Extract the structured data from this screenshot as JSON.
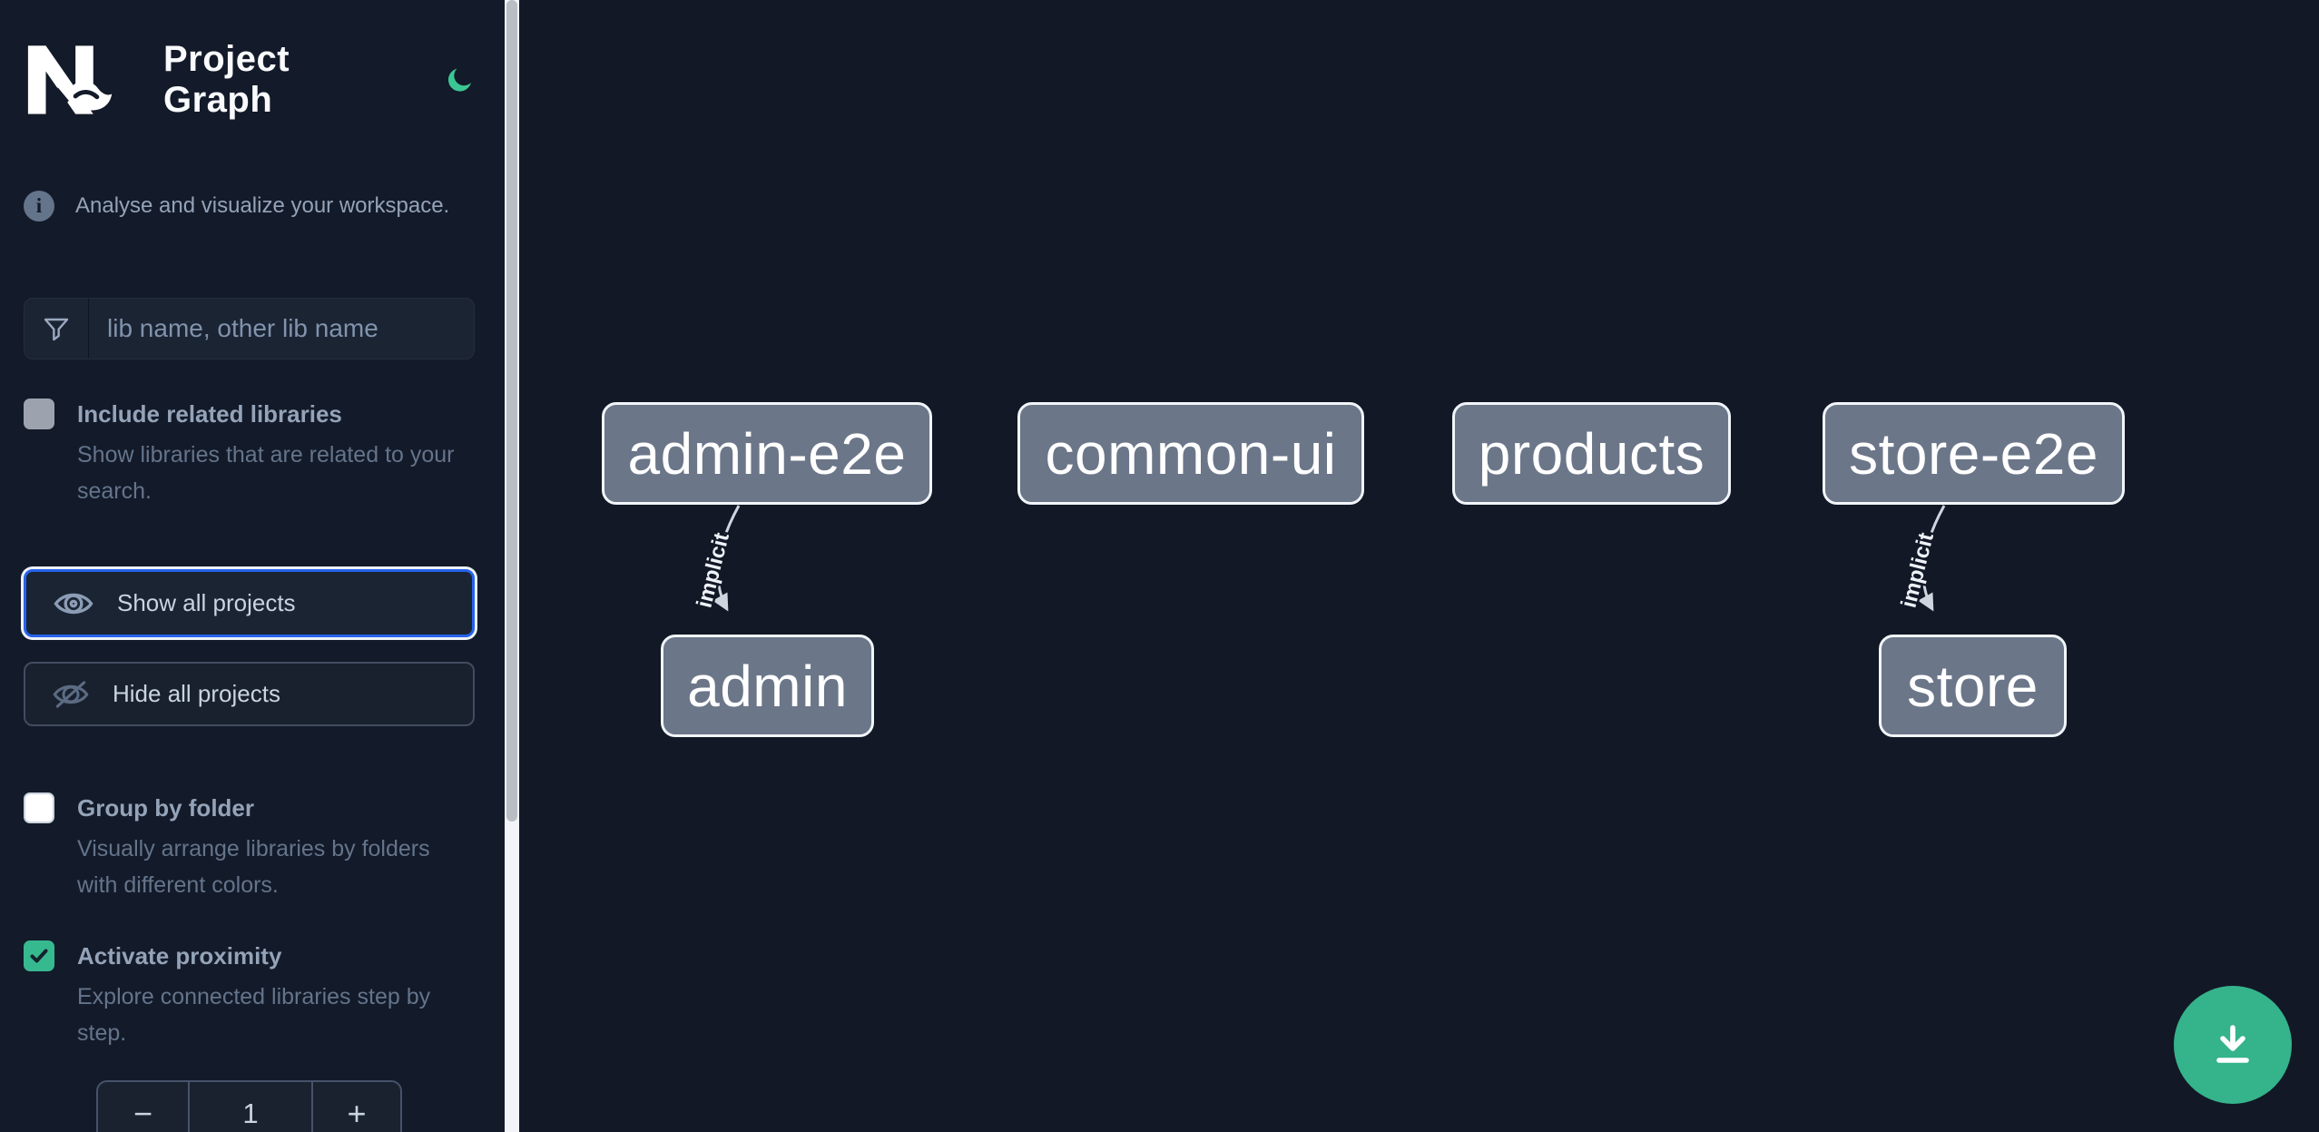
{
  "header": {
    "title": "Project Graph",
    "theme_icon": "moon-icon",
    "logo_icon": "nx-logo"
  },
  "sidebar": {
    "tagline": "Analyse and visualize your workspace.",
    "filter": {
      "icon": "funnel-icon",
      "placeholder": "lib name, other lib name",
      "value": ""
    },
    "include_related": {
      "label": "Include related libraries",
      "description": "Show libraries that are related to your search.",
      "checked": false
    },
    "show_all": {
      "label": "Show all projects",
      "icon": "eye-icon",
      "focused": true
    },
    "hide_all": {
      "label": "Hide all projects",
      "icon": "eye-slash-icon"
    },
    "group_by_folder": {
      "label": "Group by folder",
      "description": "Visually arrange libraries by folders with different colors.",
      "checked": false
    },
    "activate_proximity": {
      "label": "Activate proximity",
      "description": "Explore connected libraries step by step.",
      "checked": true
    },
    "proximity_stepper": {
      "decrement_label": "−",
      "value": "1",
      "increment_label": "+"
    }
  },
  "graph": {
    "nodes": [
      {
        "id": "admin-e2e",
        "label": "admin-e2e"
      },
      {
        "id": "common-ui",
        "label": "common-ui"
      },
      {
        "id": "products",
        "label": "products"
      },
      {
        "id": "store-e2e",
        "label": "store-e2e"
      },
      {
        "id": "admin",
        "label": "admin"
      },
      {
        "id": "store",
        "label": "store"
      }
    ],
    "edges": [
      {
        "source": "admin-e2e",
        "target": "admin",
        "type": "implicit",
        "label": "implicit"
      },
      {
        "source": "store-e2e",
        "target": "store",
        "type": "implicit",
        "label": "implicit"
      }
    ],
    "download_icon": "download-icon"
  },
  "colors": {
    "sidebar_bg": "#131a29",
    "canvas_bg": "#121826",
    "accent_green": "#37b990",
    "fab_green": "#35b38b",
    "focus_blue": "#2563eb",
    "node_fill": "#6b7689",
    "node_border": "#f1f5f9",
    "muted_text": "#64748b",
    "label_text": "#94a3b8"
  }
}
